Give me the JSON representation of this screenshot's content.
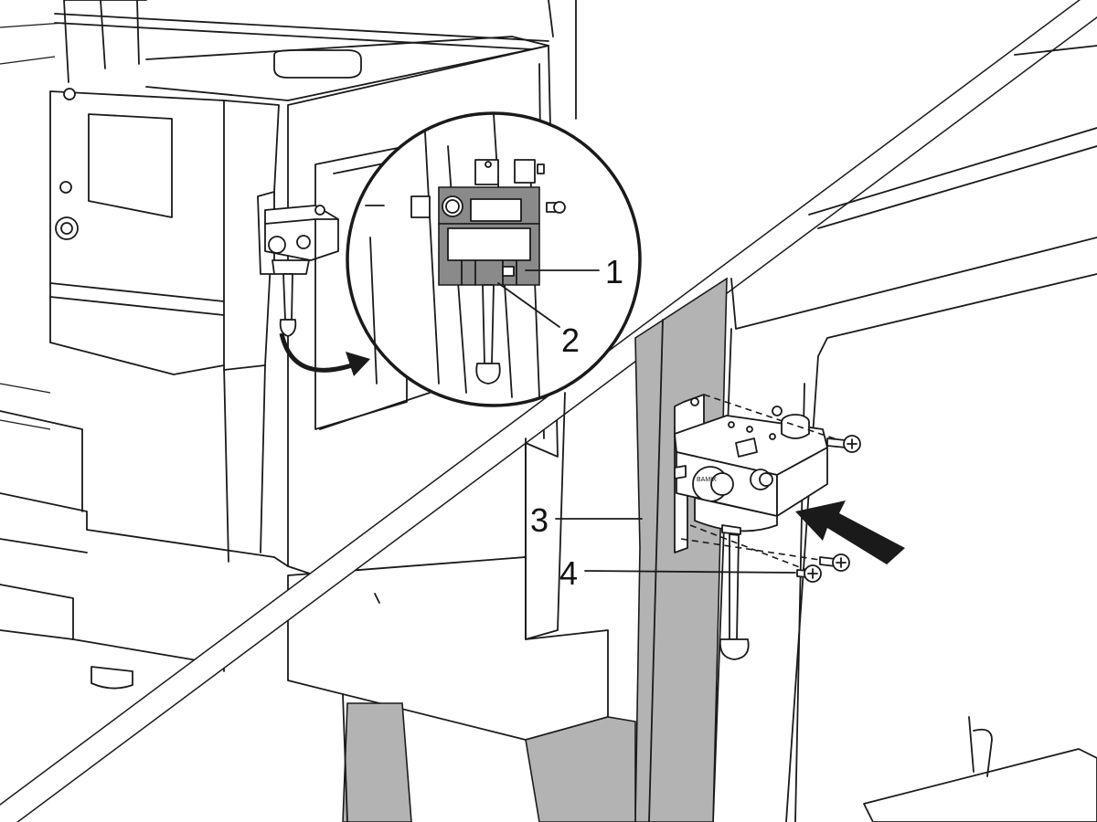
{
  "callouts": [
    {
      "id": "1",
      "label": "1"
    },
    {
      "id": "2",
      "label": "2"
    },
    {
      "id": "3",
      "label": "3"
    },
    {
      "id": "4",
      "label": "4"
    }
  ],
  "regulator_brand": "BAMIX",
  "colors": {
    "line": "#1a1a1a",
    "highlight_grey": "#b3b3b3",
    "detail_grey": "#8a8a8a",
    "background": "#ffffff"
  },
  "icons": [
    "curved-arrow-icon",
    "insert-direction-arrow-icon",
    "screw-icon",
    "detail-magnifier-circle"
  ]
}
